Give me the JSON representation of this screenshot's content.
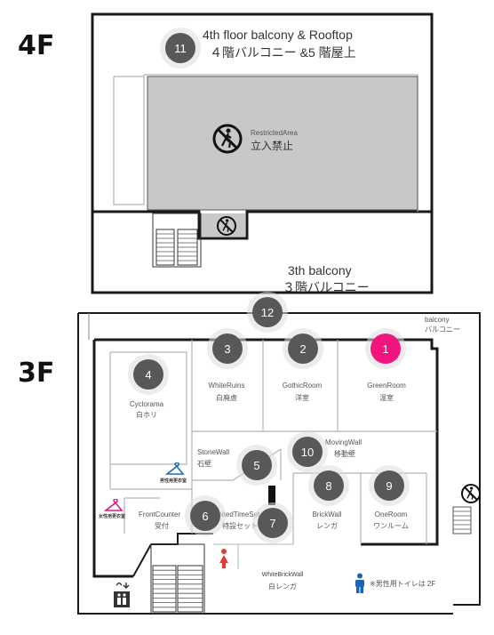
{
  "floors": {
    "f4": "4F",
    "f3": "3F"
  },
  "colors": {
    "pin": "#58585a",
    "pin_green_room": "#f0157f",
    "restricted_fill": "#c8c8c8",
    "wall": "#1a1a1a",
    "room_line": "#b4b4b4",
    "dressing_blue": "#1e6fb5",
    "dressing_pink": "#e0187f",
    "toilet_red": "#e53935",
    "toilet_blue": "#1e64b4"
  },
  "floor4": {
    "balcony_rooftop_en": "4th floor balcony & Rooftop",
    "balcony_rooftop_jp": "４階バルコニー &5 階屋上",
    "restricted_en": "RestrictedArea",
    "restricted_jp": "立入禁止",
    "restricted_icon": "no-entry-pedestrian-icon"
  },
  "floor3_labels": {
    "third_balcony_en": "3th balcony",
    "third_balcony_jp": "３階バルコニー",
    "balcony_en": "balcony",
    "balcony_jp": "バルコニー",
    "men_toilet_note": "※男性用トイレは 2F",
    "elevator_icon": "elevator-icon"
  },
  "pins": [
    {
      "id": "11",
      "number": "11"
    },
    {
      "id": "12",
      "number": "12"
    },
    {
      "id": "1",
      "number": "1"
    },
    {
      "id": "2",
      "number": "2"
    },
    {
      "id": "3",
      "number": "3"
    },
    {
      "id": "4",
      "number": "4"
    },
    {
      "id": "5",
      "number": "5"
    },
    {
      "id": "6",
      "number": "6"
    },
    {
      "id": "7",
      "number": "7"
    },
    {
      "id": "8",
      "number": "8"
    },
    {
      "id": "9",
      "number": "9"
    },
    {
      "id": "10",
      "number": "10"
    }
  ],
  "rooms": [
    {
      "id": "green",
      "en": "GreenRoom",
      "jp": "温室"
    },
    {
      "id": "gothic",
      "en": "GothicRoom",
      "jp": "洋室"
    },
    {
      "id": "white_ruins",
      "en": "WhiteRuins",
      "jp": "白廃虚"
    },
    {
      "id": "cyclorama",
      "en": "Cyclorama",
      "jp": "白ホリ"
    },
    {
      "id": "stone_wall",
      "en": "StoneWall",
      "jp": "石壁"
    },
    {
      "id": "moving_wall",
      "en": "MovingWall",
      "jp": "移動壁"
    },
    {
      "id": "brick_wall",
      "en": "BrickWall",
      "jp": "レンガ"
    },
    {
      "id": "one_room",
      "en": "OneRoom",
      "jp": "ワンルーム"
    },
    {
      "id": "front_counter",
      "en": "FrontCounter",
      "jp": "受付"
    },
    {
      "id": "limited_time_set",
      "en": "LimitedTimeSet",
      "jp": "特設セット"
    },
    {
      "id": "white_brick_wall",
      "en": "WhiteBrickWall",
      "jp": "白レンガ"
    }
  ],
  "dressing_rooms": {
    "men": "男性用更衣室",
    "women": "女性用更衣室"
  }
}
